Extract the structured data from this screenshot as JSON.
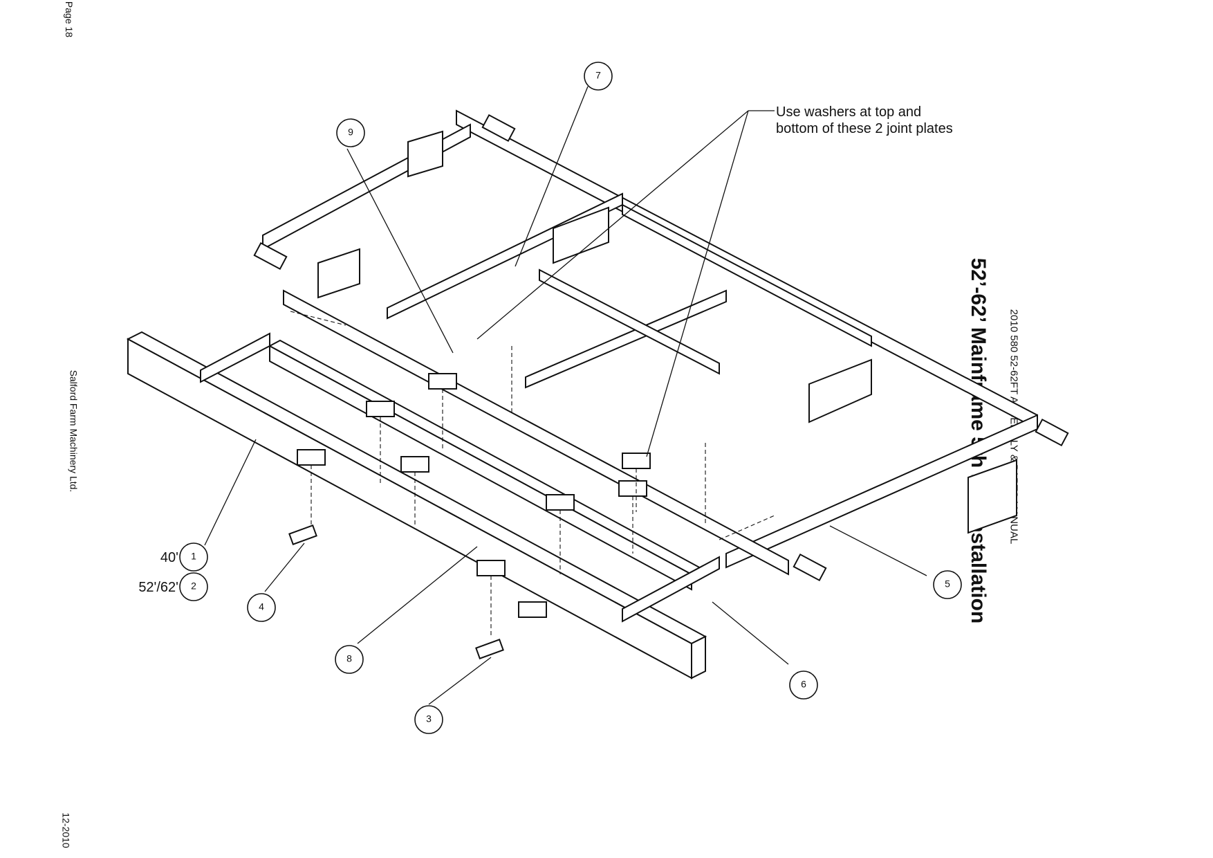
{
  "page": {
    "page_label": "Page 18",
    "company": "Salford Farm Machinery Ltd.",
    "date": "12-2010",
    "manual_title": "2010 580 52-62FT ASSEMBLY & PARTS MANUAL",
    "main_title": "52’-62’ Mainframe 5th Bar Installation"
  },
  "diagram": {
    "note_line1": "Use washers at top and",
    "note_line2": "bottom of these 2 joint plates",
    "callouts": [
      {
        "id": "callout-1",
        "number": "1",
        "size_label": "40'"
      },
      {
        "id": "callout-2",
        "number": "2",
        "size_label": "52'/62'"
      },
      {
        "id": "callout-3",
        "number": "3"
      },
      {
        "id": "callout-4",
        "number": "4"
      },
      {
        "id": "callout-5",
        "number": "5"
      },
      {
        "id": "callout-6",
        "number": "6"
      },
      {
        "id": "callout-7",
        "number": "7"
      },
      {
        "id": "callout-8",
        "number": "8"
      },
      {
        "id": "callout-9",
        "number": "9"
      }
    ]
  }
}
